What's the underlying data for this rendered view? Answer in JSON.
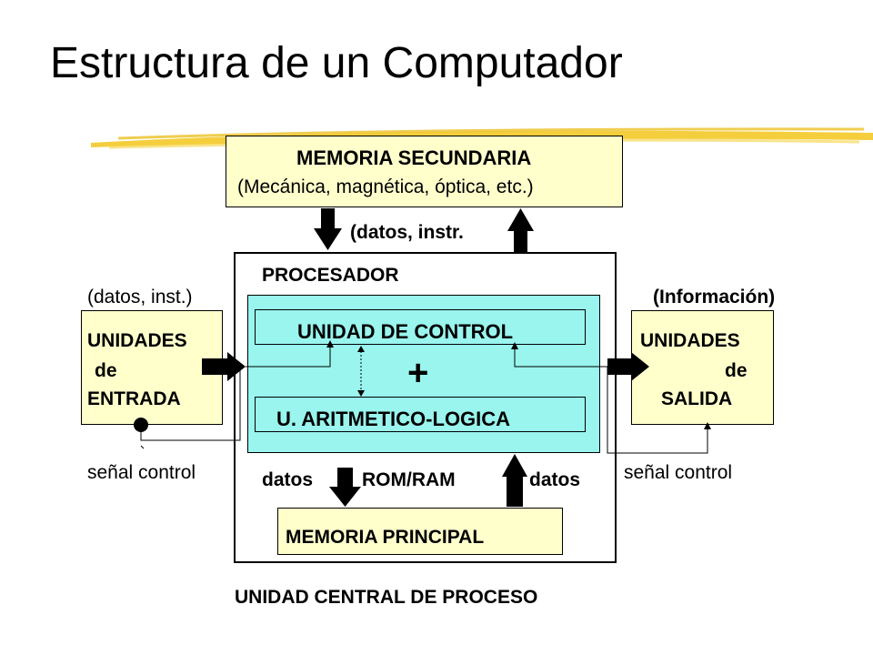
{
  "title": "Estructura de un Computador",
  "memoria_secundaria": {
    "title": "MEMORIA SECUNDARIA",
    "subtitle": "(Mecánica, magnética, óptica, etc.)"
  },
  "datos_instr": "(datos, instr.",
  "procesador": "PROCESADOR",
  "unidad_control": "UNIDAD DE CONTROL",
  "alu": "U. ARITMETICO-LOGICA",
  "plus": "+",
  "entrada": {
    "caption": "(datos, inst.)",
    "line1": "UNIDADES",
    "line2": "de",
    "line3": "ENTRADA",
    "signal": "señal control"
  },
  "salida": {
    "caption": "(Información)",
    "line1": "UNIDADES",
    "line2": "de",
    "line3": "SALIDA",
    "signal": "señal control"
  },
  "mem_labels": {
    "datos_left": "datos",
    "rom_ram": "ROM/RAM",
    "datos_right": "datos"
  },
  "memoria_principal": "MEMORIA PRINCIPAL",
  "cpu_caption": "UNIDAD CENTRAL DE PROCESO",
  "colors": {
    "yellow_fill": "#ffffcc",
    "cyan_fill": "#99f5ee",
    "brush_stroke": "#f2c61a"
  }
}
